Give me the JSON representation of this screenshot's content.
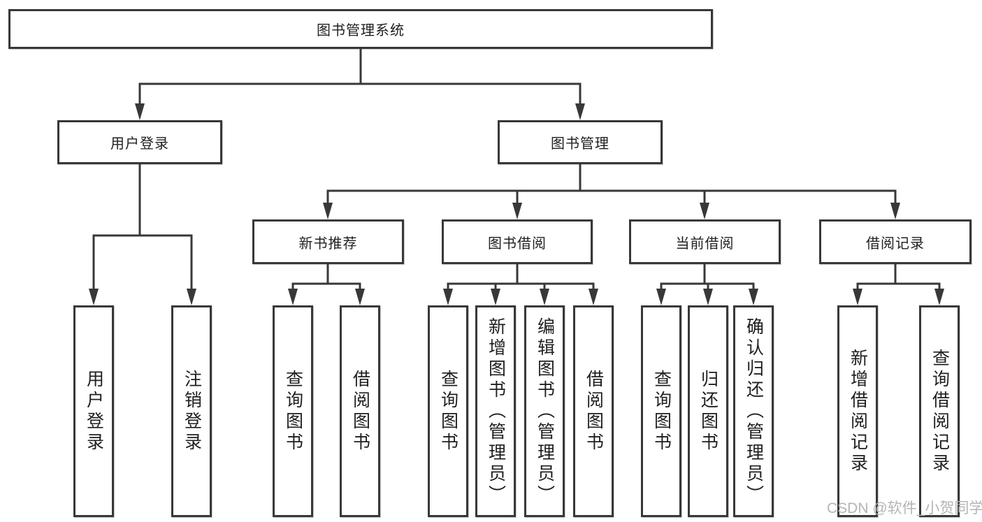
{
  "diagram": {
    "type": "hierarchy-tree",
    "colors": {
      "box_border": "#383838",
      "connector": "#383838",
      "box_fill": "#ffffff",
      "text": "#1f1f1f",
      "watermark": "#b5b5b5",
      "background": "#ffffff"
    },
    "tree": {
      "label": "图书管理系统",
      "children": [
        {
          "label": "用户登录",
          "children": [
            {
              "label": "用户登录"
            },
            {
              "label": "注销登录"
            }
          ]
        },
        {
          "label": "图书管理",
          "children": [
            {
              "label": "新书推荐",
              "children": [
                {
                  "label": "查询图书"
                },
                {
                  "label": "借阅图书"
                }
              ]
            },
            {
              "label": "图书借阅",
              "children": [
                {
                  "label": "查询图书"
                },
                {
                  "label": "新增图书（管理员）"
                },
                {
                  "label": "编辑图书（管理员）"
                },
                {
                  "label": "借阅图书"
                }
              ]
            },
            {
              "label": "当前借阅",
              "children": [
                {
                  "label": "查询图书"
                },
                {
                  "label": "归还图书"
                },
                {
                  "label": "确认归还（管理员）"
                }
              ]
            },
            {
              "label": "借阅记录",
              "children": [
                {
                  "label": "新增借阅记录"
                },
                {
                  "label": "查询借阅记录"
                }
              ]
            }
          ]
        }
      ]
    },
    "watermark": {
      "text": "CSDN @软件_小贺同学"
    }
  }
}
